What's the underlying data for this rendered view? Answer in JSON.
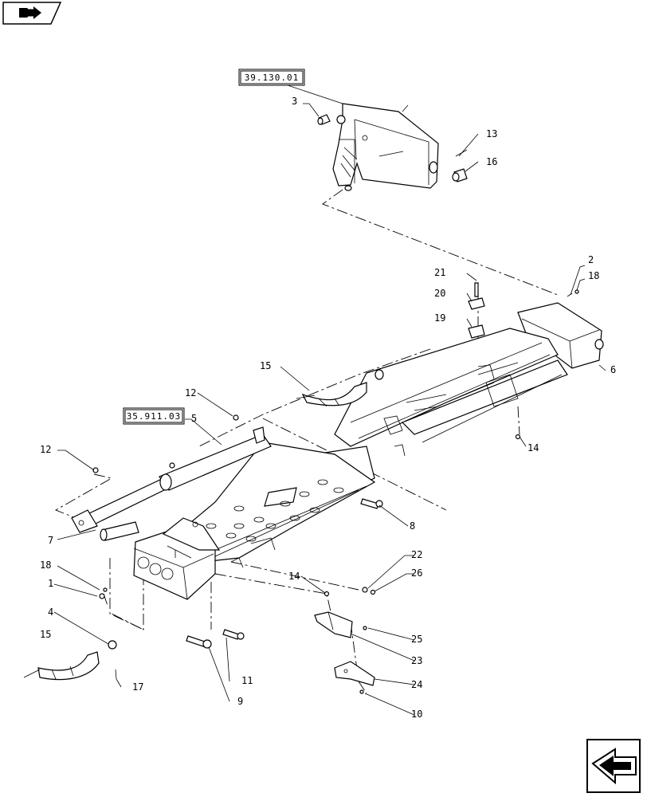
{
  "nav": {
    "top_icon": "book-arrow-icon",
    "bottom_icon": "return-arrow-icon"
  },
  "references": [
    {
      "id": "ref-39",
      "text": "39.130.01"
    },
    {
      "id": "ref-35",
      "text": "35.911.03"
    }
  ],
  "callouts": [
    {
      "id": "c1",
      "text": "1"
    },
    {
      "id": "c2",
      "text": "2"
    },
    {
      "id": "c3",
      "text": "3"
    },
    {
      "id": "c4",
      "text": "4"
    },
    {
      "id": "c5",
      "text": "5"
    },
    {
      "id": "c6",
      "text": "6"
    },
    {
      "id": "c7",
      "text": "7"
    },
    {
      "id": "c8",
      "text": "8"
    },
    {
      "id": "c9",
      "text": "9"
    },
    {
      "id": "c10",
      "text": "10"
    },
    {
      "id": "c11",
      "text": "11"
    },
    {
      "id": "c12a",
      "text": "12"
    },
    {
      "id": "c12b",
      "text": "12"
    },
    {
      "id": "c13",
      "text": "13"
    },
    {
      "id": "c14a",
      "text": "14"
    },
    {
      "id": "c14b",
      "text": "14"
    },
    {
      "id": "c15a",
      "text": "15"
    },
    {
      "id": "c15b",
      "text": "15"
    },
    {
      "id": "c16",
      "text": "16"
    },
    {
      "id": "c17",
      "text": "17"
    },
    {
      "id": "c18a",
      "text": "18"
    },
    {
      "id": "c18b",
      "text": "18"
    },
    {
      "id": "c19",
      "text": "19"
    },
    {
      "id": "c20",
      "text": "20"
    },
    {
      "id": "c21",
      "text": "21"
    },
    {
      "id": "c22",
      "text": "22"
    },
    {
      "id": "c23",
      "text": "23"
    },
    {
      "id": "c24",
      "text": "24"
    },
    {
      "id": "c25",
      "text": "25"
    },
    {
      "id": "c26",
      "text": "26"
    }
  ]
}
